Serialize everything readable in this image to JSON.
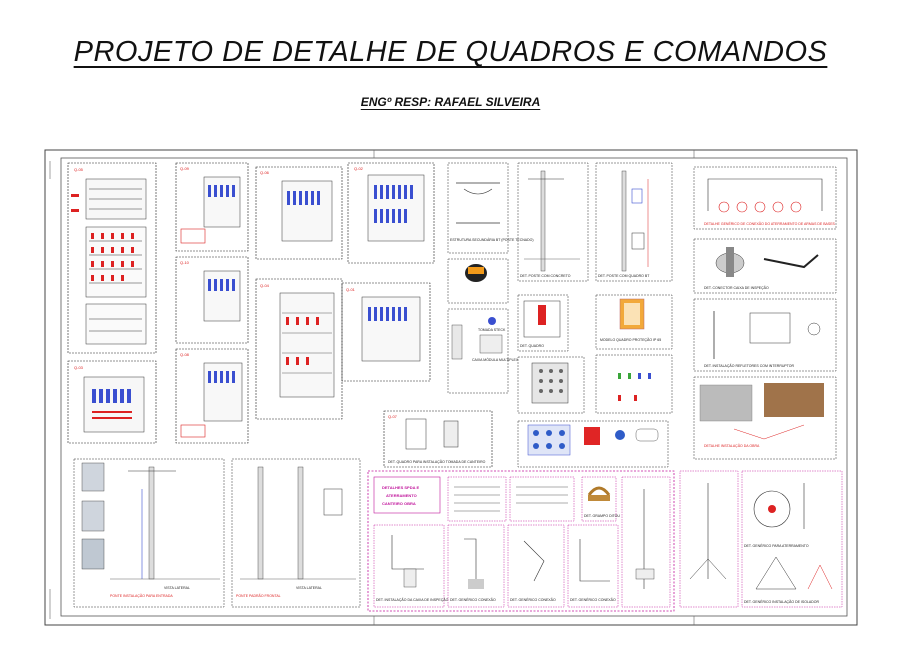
{
  "header": {
    "title": "PROJETO DE DETALHE DE QUADROS E COMANDOS",
    "engineer": "ENGº RESP: RAFAEL SILVEIRA"
  },
  "sheet": {
    "panels": [
      {
        "id": "Q-05",
        "label": "Q-05"
      },
      {
        "id": "Q-09",
        "label": "Q-09"
      },
      {
        "id": "Q-10",
        "label": "Q-10"
      },
      {
        "id": "Q-08",
        "label": "Q-08"
      },
      {
        "id": "Q-06",
        "label": "Q-06"
      },
      {
        "id": "Q-03",
        "label": "Q-03"
      },
      {
        "id": "Q-04",
        "label": "Q-04"
      },
      {
        "id": "Q-01",
        "label": "Q-01"
      },
      {
        "id": "Q-02",
        "label": "Q-02"
      },
      {
        "id": "Q-07",
        "label": "Q-07"
      }
    ],
    "spda_box": {
      "line1": "DETALHES SPDA E",
      "line2": "ATERRAMENTO",
      "line3": "CANTEIRO OBRA"
    },
    "captions": {
      "estrutura": "ESTRUTURA SECUNDÁRIA BT (POSTE TECNADO)",
      "poste1": "DET. POSTE COM CONCRETO",
      "poste2": "DET. POSTE COM QUADRO BT",
      "quadro_q07": "DET. QUADRO PARA INSTALAÇÃO TOMADA DE CANTEIRO",
      "tomada": "TOMADA STECK",
      "caixa": "CAIXA MÓDULA MULTIPLEX",
      "quadro_gen": "DET. QUADRO",
      "modelo": "MODELO QUADRO PROTEÇÃO IP 65",
      "terminal": "DET. GRAMPO DITOU",
      "aterramento": "DETALHE GENÉRICO DE CONEXÃO DO ATERRAMENTO DE ARMAS DE BASES",
      "conector": "DET. CONECTOR CAIXA DE INSPEÇÃO",
      "refletor": "DET. INSTALAÇÃO REFLETORES COM INTERRUPTOR",
      "detalhe_obra": "DETALHE INSTALAÇÃO DA OBRA",
      "vista1": "VISTA LATERAL",
      "vista2": "VISTA LATERAL",
      "pontas1": "PONTE INSTALAÇÃO PARA ENTRADA",
      "pontas2": "PONTE PADRÃO FRONTAL",
      "spda_a": "DET. INSTALAÇÃO DA CAIXA DE INSPEÇÃO",
      "spda_b": "DET. GENÉRICO CONEXÃO",
      "spda_c": "DET. GENÉRICO CONEXÃO",
      "spda_d": "DET. GENÉRICO CONEXÃO",
      "grampo": "DET. GRAMPO DITOU",
      "spda_e": "DET. GENÉRICO PARA ATERRAMENTO",
      "spda_f": "DET. GENÉRICO INSTALAÇÃO DE ISOLADOR"
    }
  }
}
